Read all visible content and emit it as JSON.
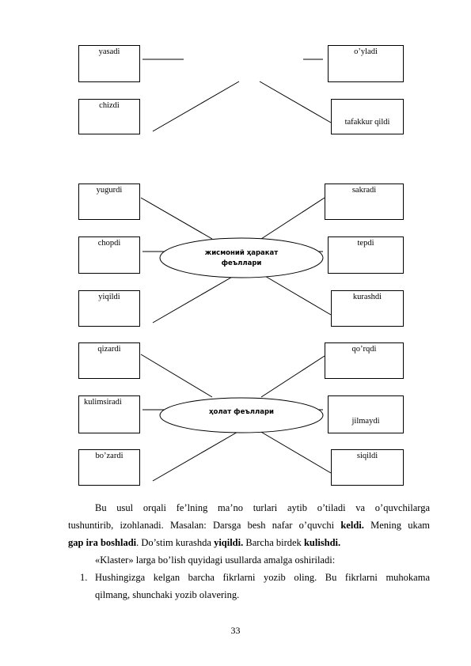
{
  "diagram": {
    "top_left": [
      "yasadi",
      "chizdi"
    ],
    "top_right": [
      "o’yladi",
      "tafakkur qildi"
    ],
    "mid_left": [
      "yugurdi",
      "chopdi",
      "yiqildi"
    ],
    "mid_right": [
      "sakradi",
      "tepdi",
      "kurashdi"
    ],
    "mid_center": "жисмоний ҳаракат феъллари",
    "bot_left": [
      "qizardi",
      "kulimsiradi",
      "bo’zardi"
    ],
    "bot_right": [
      "qo’rqdi",
      "jilmaydi",
      "siqildi"
    ],
    "bot_center": "ҳолат феъллари"
  },
  "text": {
    "p1_line1": "Bu usul orqali fe’lning ma’no turlari aytib o’tiladi va o’quvchilarga",
    "p1_line2_a": "tushuntirib, izohlanadi. Masalan:  Darsga besh nafar o’quvchi ",
    "p1_line2_b": "keldi.",
    "p1_line2_c": " Mening ukam",
    "p1_line3_a": "gap ira boshladi",
    "p1_line3_b": ". Do’stim kurashda ",
    "p1_line3_c": "yiqildi.",
    "p1_line3_d": " Barcha birdek ",
    "p1_line3_e": "kulishdi.",
    "p2": "«Klaster» larga bo’lish quyidagi usullarda amalga oshiriladi:",
    "list1_num": "1.",
    "list1_line1": "Hushingizga kelgan barcha fikrlarni yozib oling. Bu fikrlarni muhokama",
    "list1_line2": "qilmang, shunchaki yozib olavering."
  },
  "page_number": "33"
}
